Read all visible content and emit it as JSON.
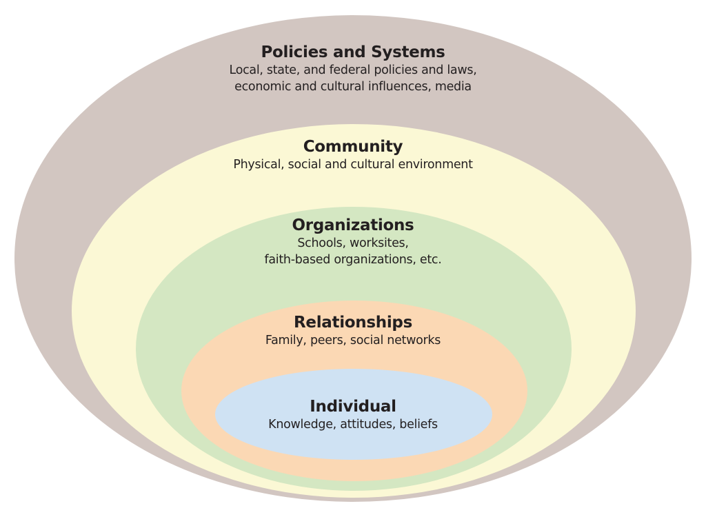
{
  "layers": [
    {
      "title": "Policies and Systems",
      "lines": [
        "Local, state, and federal policies and laws,",
        "economic and cultural influences, media"
      ],
      "color": "#d2c6c1"
    },
    {
      "title": "Community",
      "lines": [
        "Physical, social and cultural environment"
      ],
      "color": "#fbf8d5"
    },
    {
      "title": "Organizations",
      "lines": [
        "Schools, worksites,",
        "faith-based organizations, etc."
      ],
      "color": "#d4e7c2"
    },
    {
      "title": "Relationships",
      "lines": [
        "Family, peers, social networks"
      ],
      "color": "#fbd8b4"
    },
    {
      "title": "Individual",
      "lines": [
        "Knowledge, attitudes, beliefs"
      ],
      "color": "#cfe2f3"
    }
  ]
}
